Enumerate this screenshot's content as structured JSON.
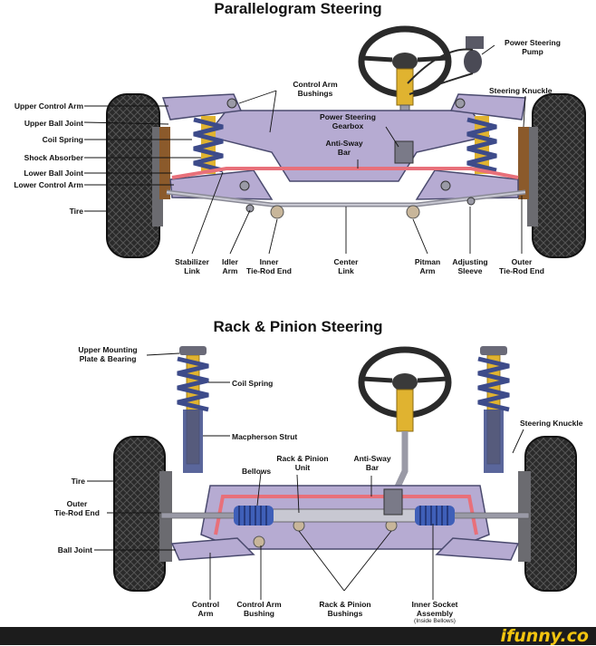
{
  "top": {
    "title": "Parallelogram Steering",
    "labels": {
      "upper_control_arm": "Upper Control Arm",
      "upper_ball_joint": "Upper Ball Joint",
      "coil_spring": "Coil Spring",
      "shock_absorber": "Shock Absorber",
      "lower_ball_joint": "Lower Ball Joint",
      "lower_control_arm": "Lower Control Arm",
      "tire": "Tire",
      "control_arm_bushings_1": "Control Arm",
      "control_arm_bushings_2": "Bushings",
      "power_steering_gearbox_1": "Power Steering",
      "power_steering_gearbox_2": "Gearbox",
      "anti_sway_bar_1": "Anti-Sway",
      "anti_sway_bar_2": "Bar",
      "power_steering_pump_1": "Power Steering",
      "power_steering_pump_2": "Pump",
      "steering_knuckle": "Steering Knuckle",
      "stabilizer_link_1": "Stabilizer",
      "stabilizer_link_2": "Link",
      "idler_arm_1": "Idler",
      "idler_arm_2": "Arm",
      "inner_tie_rod_end_1": "Inner",
      "inner_tie_rod_end_2": "Tie-Rod End",
      "center_link_1": "Center",
      "center_link_2": "Link",
      "pitman_arm_1": "Pitman",
      "pitman_arm_2": "Arm",
      "adjusting_sleeve_1": "Adjusting",
      "adjusting_sleeve_2": "Sleeve",
      "outer_tie_rod_end_1": "Outer",
      "outer_tie_rod_end_2": "Tie-Rod End"
    }
  },
  "bottom": {
    "title": "Rack & Pinion Steering",
    "labels": {
      "upper_mounting_1": "Upper Mounting",
      "upper_mounting_2": "Plate & Bearing",
      "coil_spring": "Coil Spring",
      "macpherson_strut": "Macpherson Strut",
      "steering_knuckle": "Steering Knuckle",
      "rack_pinion_unit_1": "Rack & Pinion",
      "rack_pinion_unit_2": "Unit",
      "bellows": "Bellows",
      "anti_sway_bar_1": "Anti-Sway",
      "anti_sway_bar_2": "Bar",
      "tire": "Tire",
      "outer_tie_rod_end_1": "Outer",
      "outer_tie_rod_end_2": "Tie-Rod End",
      "ball_joint": "Ball Joint",
      "control_arm_1": "Control",
      "control_arm_2": "Arm",
      "control_arm_bushing_1": "Control Arm",
      "control_arm_bushing_2": "Bushing",
      "rack_pinion_bushings_1": "Rack & Pinion",
      "rack_pinion_bushings_2": "Bushings",
      "inner_socket_1": "Inner Socket",
      "inner_socket_2": "Assembly",
      "inner_socket_3": "(Inside Bellows)"
    }
  },
  "footer": {
    "brand": "ifunny.co"
  },
  "colors": {
    "tire": "#2a2a2a",
    "frame": "#b6abd2",
    "frame_stroke": "#4a4a6e",
    "spring": "#3d4b8a",
    "shock": "#e0b330",
    "sway_bar": "#e8707a",
    "metal": "#9a9aa6",
    "bellows": "#3f5fb8",
    "footer": "#1c1c1c",
    "brand": "#f2c40f"
  }
}
